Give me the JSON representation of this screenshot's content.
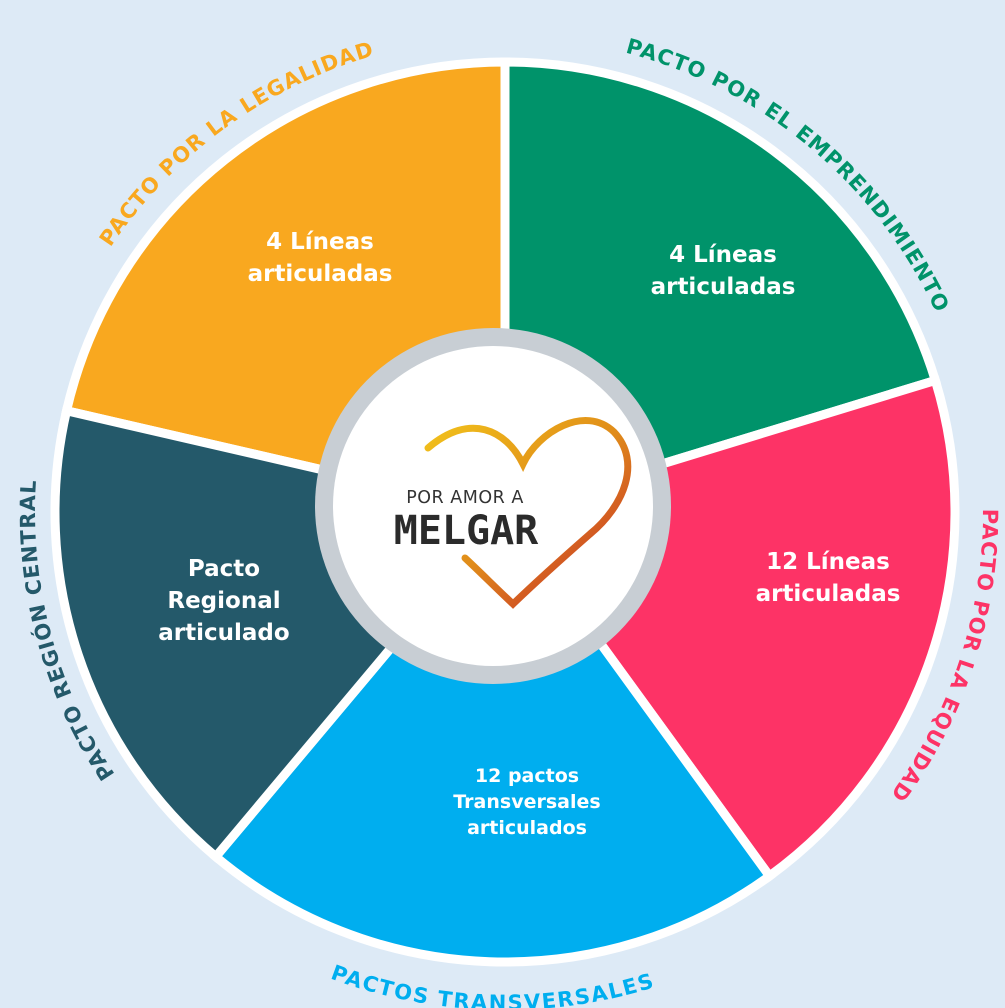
{
  "colors": {
    "background": "#ddeaf6",
    "gap": "#ffffff",
    "ring_outer": "#c8ced4",
    "ring_inner": "#ffffff"
  },
  "logo": {
    "line1": "POR AMOR A",
    "line2": "MELGAR",
    "heart_colors": [
      "#f2c31b",
      "#e08c1a",
      "#c21d2b"
    ]
  },
  "segments": [
    {
      "id": "legalidad",
      "color": "#f9a81f",
      "label_color": "#f9a81f",
      "arc_label": "PACTO POR LA LEGALIDAD",
      "text_lines": [
        "4 Líneas",
        "articuladas"
      ]
    },
    {
      "id": "emprendimiento",
      "color": "#00936a",
      "label_color": "#00936a",
      "arc_label": "PACTO POR EL EMPRENDIMIENTO",
      "text_lines": [
        "4 Líneas",
        "articuladas"
      ]
    },
    {
      "id": "equidad",
      "color": "#fd3366",
      "label_color": "#fd3366",
      "arc_label": "PACTO POR LA EQUIDAD",
      "text_lines": [
        "12 Líneas",
        "articuladas"
      ]
    },
    {
      "id": "transversales",
      "color": "#00aeef",
      "label_color": "#00aeef",
      "arc_label": "PACTOS TRANSVERSALES",
      "text_lines": [
        "12 pactos",
        "Transversales",
        "articulados"
      ]
    },
    {
      "id": "region-central",
      "color": "#24596a",
      "label_color": "#24596a",
      "arc_label": "PACTO REGIÓN CENTRAL",
      "text_lines": [
        "Pacto",
        "Regional",
        "articulado"
      ]
    }
  ]
}
